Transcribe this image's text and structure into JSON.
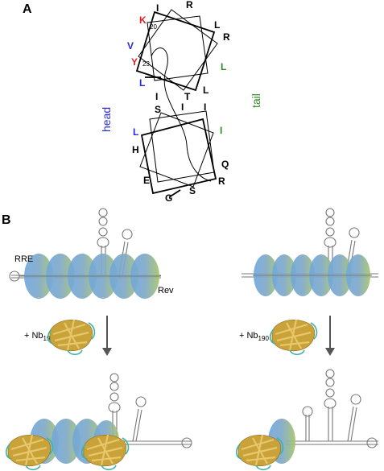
{
  "panel_a": {
    "label": "A",
    "side_left": "head",
    "side_right": "tail",
    "top_wheel": [
      {
        "letter": "I",
        "color": "#000000"
      },
      {
        "letter": "R",
        "color": "#000000"
      },
      {
        "letter": "K",
        "color": "#e02020"
      },
      {
        "letter": "L",
        "color": "#000000"
      },
      {
        "letter": "R",
        "color": "#000000"
      },
      {
        "letter": "V",
        "color": "#2a2ad0"
      },
      {
        "letter": "Y",
        "color": "#e02020"
      },
      {
        "letter": "L",
        "color": "#2e8b22"
      },
      {
        "letter": "L",
        "color": "#2a2ad0"
      },
      {
        "letter": "L",
        "color": "#000000"
      },
      {
        "letter": "I",
        "color": "#000000"
      },
      {
        "letter": "T",
        "color": "#000000"
      }
    ],
    "bottom_wheel": [
      {
        "letter": "S",
        "color": "#000000"
      },
      {
        "letter": "I",
        "color": "#000000"
      },
      {
        "letter": "I",
        "color": "#000000"
      },
      {
        "letter": "L",
        "color": "#2a2ad0"
      },
      {
        "letter": "I",
        "color": "#2e8b22"
      },
      {
        "letter": "H",
        "color": "#000000"
      },
      {
        "letter": "Q",
        "color": "#000000"
      },
      {
        "letter": "E",
        "color": "#000000"
      },
      {
        "letter": "R",
        "color": "#000000"
      },
      {
        "letter": "G",
        "color": "#000000"
      },
      {
        "letter": "S",
        "color": "#000000"
      }
    ],
    "marker_20": "20",
    "marker_23": "23"
  },
  "panel_b": {
    "label": "B",
    "rre_label": "RRE",
    "rev_label": "Rev",
    "nb_prefix": "+ Nb",
    "nb_subscript": "190"
  },
  "colors": {
    "blue_lobe": "#6fa8de",
    "green_lobe": "#a6c46a",
    "arrow": "#555555",
    "nb_gold": "#c9a23a",
    "nb_teal": "#3fb3a8"
  }
}
